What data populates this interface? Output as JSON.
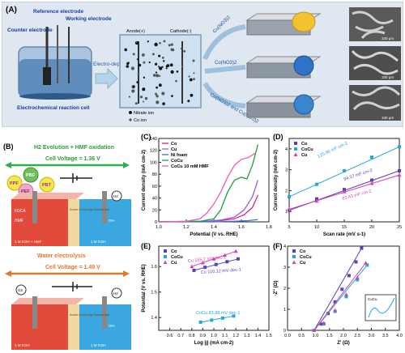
{
  "panel_a": {
    "tag": "(A)",
    "ref_electrode": "Reference electrode",
    "counter_electrode": "Counter electrode",
    "working_electrode": "Working electrode",
    "cell_label": "Electrochemical reaction cell",
    "arrow_label": "Electro-deposition",
    "anode_label": "Anode(+)",
    "cathode_label": "Cathode(-)",
    "legend_nitrate": "Nitrate ion",
    "legend_co": "Co ion",
    "branch_1": "Cu(NO3)2",
    "branch_2": "Co(NO3)2",
    "branch_3": "Co(NO3)2 and Cu(NO3)2",
    "scalebar_1": "100 μm",
    "scalebar_2": "100 μm",
    "scalebar_3": "100 μm"
  },
  "panel_b": {
    "tag": "(B)",
    "top_title": "H2 Evolution + HMF oxidation",
    "top_voltage": "Cell Voltage = 1.36 V",
    "bottom_title": "Water electrolysis",
    "bottom_voltage": "Cell Voltage = 1.49 V",
    "membrane": "Anion Exchange Membrane",
    "koh_hmf": "1 M KOH + HMF",
    "koh": "1 M KOH",
    "fdca": "FDCA",
    "hmf": "HMF",
    "h2": "H2",
    "o2": "O2",
    "oh": "OH-",
    "molecules": [
      "PPF",
      "PBF",
      "PEF",
      "PBT"
    ]
  },
  "chart_data": [
    {
      "id": "C",
      "tag": "(C)",
      "type": "line",
      "xlabel": "Potential (V vs. RHE)",
      "ylabel": "Current density (mA cm-2)",
      "xlim": [
        1.0,
        1.8
      ],
      "ylim": [
        0,
        140
      ],
      "xticks": [
        "1.0",
        "1.2",
        "1.4",
        "1.6",
        "1.8"
      ],
      "yticks": [
        "0",
        "20",
        "40",
        "60",
        "80",
        "100",
        "120",
        "140"
      ],
      "legend_position": "top-left",
      "series": [
        {
          "name": "Co",
          "color": "#e8207c",
          "x": [
            1.0,
            1.3,
            1.45,
            1.55,
            1.62,
            1.68,
            1.72
          ],
          "y": [
            0,
            0.5,
            2,
            5,
            12,
            24,
            45
          ]
        },
        {
          "name": "Cu",
          "color": "#a05cd6",
          "x": [
            1.0,
            1.35,
            1.45,
            1.55,
            1.62,
            1.68,
            1.72
          ],
          "y": [
            0,
            1,
            3,
            8,
            20,
            42,
            70
          ]
        },
        {
          "name": "Ni foam",
          "color": "#3b6fe0",
          "x": [
            1.0,
            1.4,
            1.55,
            1.65,
            1.72
          ],
          "y": [
            0,
            0,
            1,
            2,
            4
          ]
        },
        {
          "name": "CoCu",
          "color": "#1f9e3a",
          "x": [
            1.0,
            1.3,
            1.4,
            1.45,
            1.5,
            1.55,
            1.6,
            1.64,
            1.68,
            1.72
          ],
          "y": [
            0,
            1,
            5,
            20,
            50,
            70,
            75,
            72,
            95,
            130
          ]
        },
        {
          "name": "CoCu 10 mM HMF",
          "color": "#f25ab4",
          "x": [
            1.0,
            1.2,
            1.3,
            1.35,
            1.4,
            1.45,
            1.5,
            1.55,
            1.6,
            1.65,
            1.7
          ],
          "y": [
            0,
            1,
            5,
            15,
            30,
            50,
            75,
            95,
            105,
            108,
            115
          ]
        }
      ]
    },
    {
      "id": "D",
      "tag": "(D)",
      "type": "scatter",
      "xlabel": "Scan rate (mV s-1)",
      "ylabel": "Current density (mA cm-2)",
      "xlim": [
        5,
        25
      ],
      "ylim": [
        0.5,
        4.5
      ],
      "xticks": [
        "5",
        "10",
        "15",
        "20",
        "25"
      ],
      "yticks": [
        "1",
        "2",
        "3",
        "4"
      ],
      "legend_position": "top-left",
      "series": [
        {
          "name": "Co",
          "color": "#5a3fc0",
          "marker": "square",
          "x": [
            5,
            10,
            15,
            20,
            25
          ],
          "y": [
            1.05,
            1.6,
            2.05,
            2.5,
            2.95
          ]
        },
        {
          "name": "CoCu",
          "color": "#20a8d8",
          "marker": "square",
          "x": [
            5,
            10,
            15,
            20,
            25
          ],
          "y": [
            1.7,
            2.3,
            2.95,
            3.6,
            4.1
          ]
        },
        {
          "name": "Cu",
          "color": "#d63fb0",
          "marker": "triangle",
          "x": [
            5,
            10,
            15,
            20,
            25
          ],
          "y": [
            1.1,
            1.5,
            1.95,
            2.35,
            2.75
          ]
        }
      ],
      "annotations": [
        "125.96 mF cm-2",
        "94.57 mF cm-2",
        "83.43 mF cm-2"
      ]
    },
    {
      "id": "E",
      "tag": "(E)",
      "type": "scatter",
      "xlabel": "Log |j| (mA cm-2)",
      "ylabel": "Potential (V vs. RHE)",
      "xlim": [
        0.5,
        1.5
      ],
      "ylim": [
        1.35,
        1.68
      ],
      "xticks": [
        "0.6",
        "0.7",
        "0.8",
        "0.9",
        "1.0",
        "1.1",
        "1.2",
        "1.3",
        "1.4",
        "1.5"
      ],
      "yticks": [
        "1.4",
        "1.5",
        "1.6"
      ],
      "legend_position": "top-left",
      "series": [
        {
          "name": "Co",
          "color": "#5a3fc0",
          "marker": "square",
          "x": [
            0.82,
            0.92,
            1.02,
            1.12,
            1.22
          ],
          "y": [
            1.585,
            1.597,
            1.608,
            1.619,
            1.63
          ]
        },
        {
          "name": "CoCu",
          "color": "#20a8d8",
          "marker": "square",
          "x": [
            0.88,
            0.98,
            1.08,
            1.18
          ],
          "y": [
            1.382,
            1.39,
            1.398,
            1.406
          ]
        },
        {
          "name": "Cu",
          "color": "#d63fb0",
          "marker": "triangle",
          "x": [
            0.8,
            0.9,
            1.0,
            1.1,
            1.2
          ],
          "y": [
            1.6,
            1.615,
            1.63,
            1.645,
            1.66
          ]
        }
      ],
      "annotations": [
        "Cu 155.7 mV dec-1",
        "Co 110.12 mV dec-1",
        "CoCu 83.88 mV dec-1"
      ]
    },
    {
      "id": "F",
      "tag": "(F)",
      "type": "scatter",
      "xlabel": "Z' (Ω)",
      "ylabel": "-Z'' (Ω)",
      "xlim": [
        0.0,
        4.0
      ],
      "ylim": [
        0.0,
        4.0
      ],
      "xticks": [
        "0.0",
        "0.5",
        "1.0",
        "1.5",
        "2.0",
        "2.5",
        "3.0",
        "3.5",
        "4.0"
      ],
      "yticks": [
        "0",
        "1",
        "2",
        "3",
        "4"
      ],
      "legend_position": "top-left",
      "series": [
        {
          "name": "Co",
          "color": "#5a3fc0",
          "marker": "square",
          "x": [
            0.95,
            1.2,
            1.45,
            1.7,
            1.95,
            2.2,
            2.45,
            2.65
          ],
          "y": [
            0,
            0.3,
            0.8,
            1.35,
            1.95,
            2.6,
            3.25,
            3.9
          ]
        },
        {
          "name": "CoCu",
          "color": "#20a8d8",
          "marker": "square",
          "x": [
            0.95,
            1.3,
            1.7,
            2.1,
            2.5,
            2.85
          ],
          "y": [
            0,
            0.3,
            0.9,
            1.6,
            2.4,
            3.1
          ]
        },
        {
          "name": "Cu",
          "color": "#d63fb0",
          "marker": "triangle",
          "x": [
            0.95,
            1.3,
            1.7,
            2.1,
            2.5,
            2.8
          ],
          "y": [
            0,
            0.35,
            0.95,
            1.7,
            2.5,
            3.2
          ]
        }
      ],
      "inset_label": "CoCu"
    }
  ],
  "colors": {
    "panel_a_bg": "#dfe7f1",
    "green_arrow": "#2fae4e",
    "orange_arrow": "#e8772a",
    "electrolyte_red": "#e24b3b",
    "electrolyte_blue": "#3aa7e0"
  }
}
